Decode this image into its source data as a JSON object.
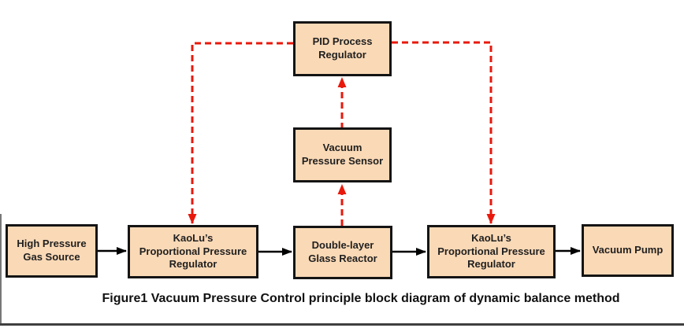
{
  "diagram": {
    "nodes": {
      "pid": {
        "label": "PID Process\nRegulator"
      },
      "sensor": {
        "label": "Vacuum\nPressure Sensor"
      },
      "gas_source": {
        "label": "High Pressure\nGas Source"
      },
      "regulator_left": {
        "label": "KaoLu’s\nProportional Pressure\nRegulator"
      },
      "reactor": {
        "label": "Double-layer\nGlass Reactor"
      },
      "regulator_right": {
        "label": "KaoLu’s\nProportional Pressure\nRegulator"
      },
      "pump": {
        "label": "Vacuum Pump"
      }
    },
    "connections": [
      {
        "from": "gas_source",
        "to": "regulator_left",
        "style": "solid-black-arrow"
      },
      {
        "from": "regulator_left",
        "to": "reactor",
        "style": "solid-black-arrow"
      },
      {
        "from": "reactor",
        "to": "regulator_right",
        "style": "solid-black-arrow"
      },
      {
        "from": "regulator_right",
        "to": "pump",
        "style": "solid-black-arrow"
      },
      {
        "from": "reactor",
        "to": "sensor",
        "style": "dashed-red-arrow"
      },
      {
        "from": "sensor",
        "to": "pid",
        "style": "dashed-red-arrow"
      },
      {
        "from": "pid",
        "to": "regulator_left",
        "style": "dashed-red-arrow"
      },
      {
        "from": "pid",
        "to": "regulator_right",
        "style": "dashed-red-arrow"
      }
    ],
    "colors": {
      "node_fill": "#fad9b6",
      "node_border": "#141414",
      "flow_arrow": "#000000",
      "signal_arrow": "#e8190c"
    }
  },
  "caption": "Figure1 Vacuum Pressure Control principle block diagram of dynamic balance method"
}
